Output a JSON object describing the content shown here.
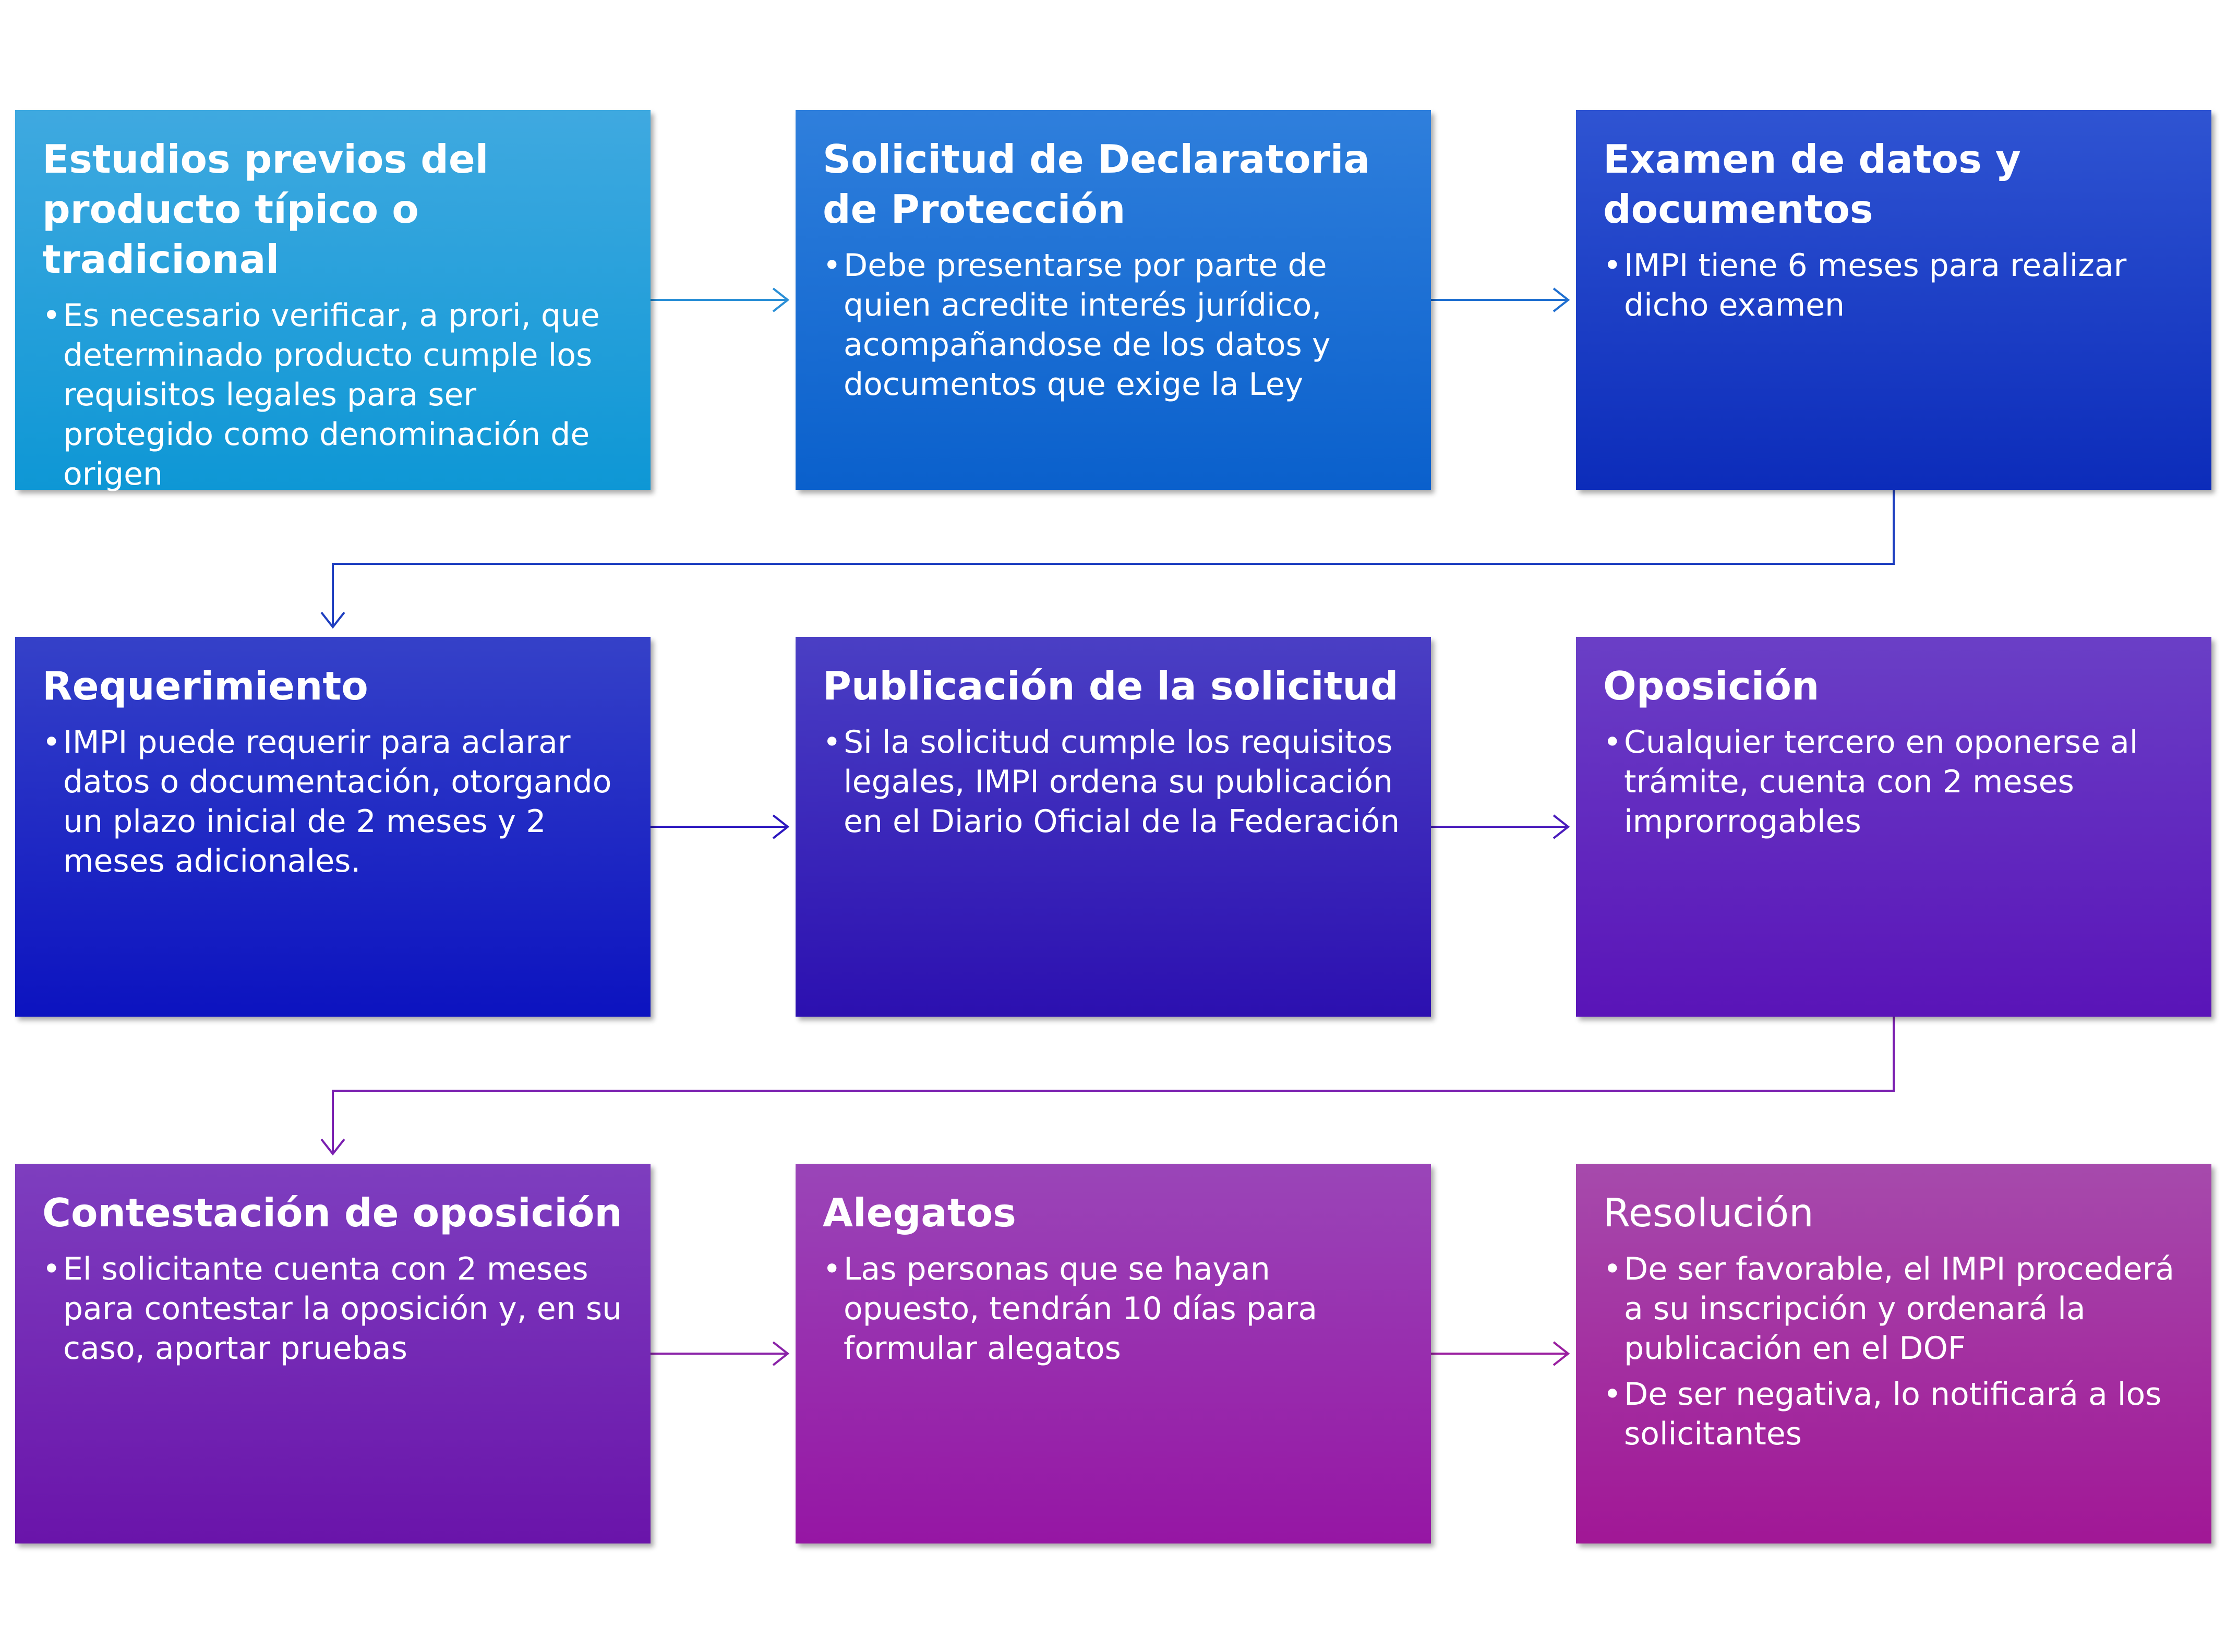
{
  "steps": [
    {
      "title": "Estudios previos del producto típico o tradicional",
      "bullets": [
        "Es necesario verificar, a prori, que determinado producto cumple los requisitos legales para ser protegido como denominación de origen"
      ]
    },
    {
      "title": "Solicitud de Declaratoria de Protección",
      "bullets": [
        "Debe presentarse por parte de quien acredite interés jurídico, acompañandose de los datos y documentos que exige la Ley"
      ]
    },
    {
      "title": "Examen de datos y documentos",
      "bullets": [
        "IMPI tiene 6 meses para realizar dicho examen"
      ]
    },
    {
      "title": "Requerimiento",
      "bullets": [
        "IMPI puede requerir para aclarar datos o documentación, otorgando un plazo inicial de 2 meses y 2 meses adicionales."
      ]
    },
    {
      "title": "Publicación de la solicitud",
      "bullets": [
        "Si la solicitud cumple los requisitos legales, IMPI ordena su publicación en el Diario Oficial de la Federación"
      ]
    },
    {
      "title": "Oposición",
      "bullets": [
        "Cualquier tercero en oponerse al trámite, cuenta con 2 meses improrrogables"
      ]
    },
    {
      "title": "Contestación de oposición",
      "bullets": [
        "El solicitante cuenta con 2 meses para contestar la oposición y, en su caso, aportar pruebas"
      ]
    },
    {
      "title": "Alegatos",
      "bullets": [
        "Las personas que se hayan opuesto, tendrán 10 días para formular alegatos"
      ]
    },
    {
      "title": "Resolución",
      "bullets": [
        "De ser favorable, el IMPI procederá a su inscripción y ordenará la publicación en el DOF",
        "De ser negativa, lo notificará a los solicitantes"
      ]
    }
  ],
  "colors": {
    "arrow_row1": "#2a8fd6",
    "arrow_row2": "#3a1cbf",
    "arrow_row3": "#8a23a8",
    "elbow1": "#1f3fc0",
    "elbow2": "#7a1fb0"
  }
}
